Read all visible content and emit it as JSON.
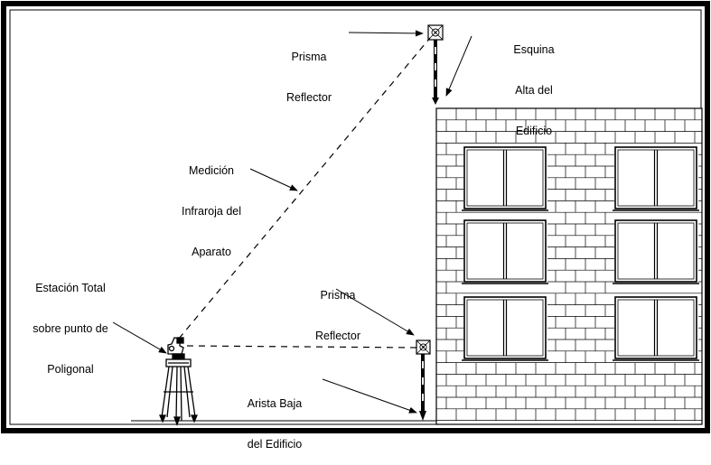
{
  "labels": {
    "prism_top": [
      "Prisma",
      "Reflector"
    ],
    "corner_top": [
      "Esquina",
      "Alta del",
      "Edificio"
    ],
    "measurement": [
      "Medición",
      "Infraroja del",
      "Aparato"
    ],
    "total_station": [
      "Estación Total",
      "sobre punto de",
      "Poligonal"
    ],
    "prism_bottom": [
      "Prisma",
      "Reflector"
    ],
    "edge_bottom": [
      "Arista Baja",
      "del Edificio"
    ]
  },
  "colors": {
    "frame": "#000000",
    "line": "#000000",
    "background": "#ffffff"
  },
  "icons": {
    "instrument": "total-station-icon",
    "prism": "prism-reflector-icon",
    "building": "brick-building"
  }
}
